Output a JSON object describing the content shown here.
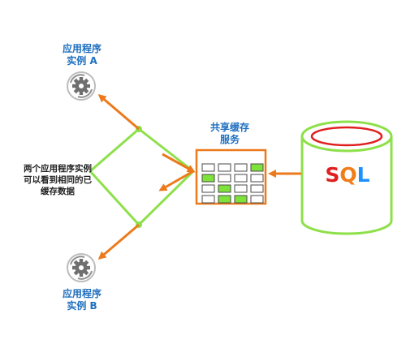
{
  "app_a": {
    "line1": "应用程序",
    "line2": "实例 A"
  },
  "app_b": {
    "line1": "应用程序",
    "line2": "实例 B"
  },
  "cache": {
    "line1": "共享缓存",
    "line2": "服务"
  },
  "note": {
    "line1": "两个应用程序实例",
    "line2": "可以看到相同的已",
    "line3": "缓存数据"
  },
  "database": {
    "letters": [
      {
        "char": "S",
        "color": "#e02020"
      },
      {
        "char": "Q",
        "color": "#f07d1a"
      },
      {
        "char": "L",
        "color": "#1e90ff"
      }
    ]
  },
  "cache_grid": {
    "rows": [
      [
        "empty",
        "empty",
        "empty",
        "filled"
      ],
      [
        "filled",
        "empty",
        "empty",
        "empty"
      ],
      [
        "empty",
        "filled",
        "empty",
        "empty"
      ],
      [
        "empty",
        "filled",
        "filled",
        "empty"
      ]
    ]
  },
  "colors": {
    "orange": "#ec7a1c",
    "green": "#7ee23a",
    "gray_icon": "#707070",
    "label_blue": "#1f6fbf"
  },
  "icons": [
    "gear-icon",
    "gear-icon",
    "database-cylinder"
  ]
}
